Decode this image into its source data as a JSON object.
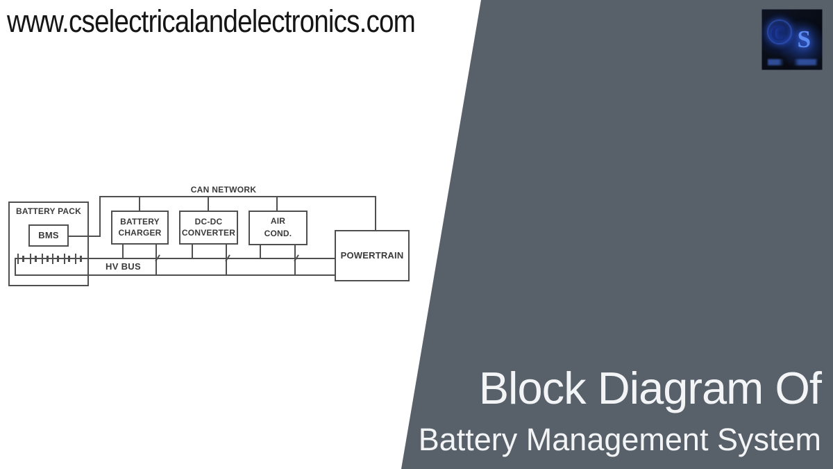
{
  "header": {
    "watermark": "www.cselectricalandelectronics.com"
  },
  "logo": {
    "letter_c": "C",
    "letter_s": "S"
  },
  "titles": {
    "line1": "Block Diagram Of",
    "line2": "Battery Management System"
  },
  "diagram": {
    "labels": {
      "can_network": "CAN NETWORK",
      "hv_bus": "HV BUS"
    },
    "blocks": [
      {
        "id": "battery-pack",
        "lines": [
          "BATTERY PACK"
        ]
      },
      {
        "id": "bms",
        "lines": [
          "BMS"
        ]
      },
      {
        "id": "battery-charger",
        "lines": [
          "BATTERY",
          "CHARGER"
        ]
      },
      {
        "id": "dc-dc-converter",
        "lines": [
          "DC-DC",
          "CONVERTER"
        ]
      },
      {
        "id": "air-conditioner",
        "lines": [
          "AIR",
          "COND."
        ]
      },
      {
        "id": "powertrain",
        "lines": [
          "POWERTRAIN"
        ]
      }
    ]
  },
  "colors": {
    "panel_slate": "#58606a",
    "diagram_line": "#4f4f4f",
    "title_text": "#f3f4f6",
    "logo_blue": "#3f6fd1"
  }
}
